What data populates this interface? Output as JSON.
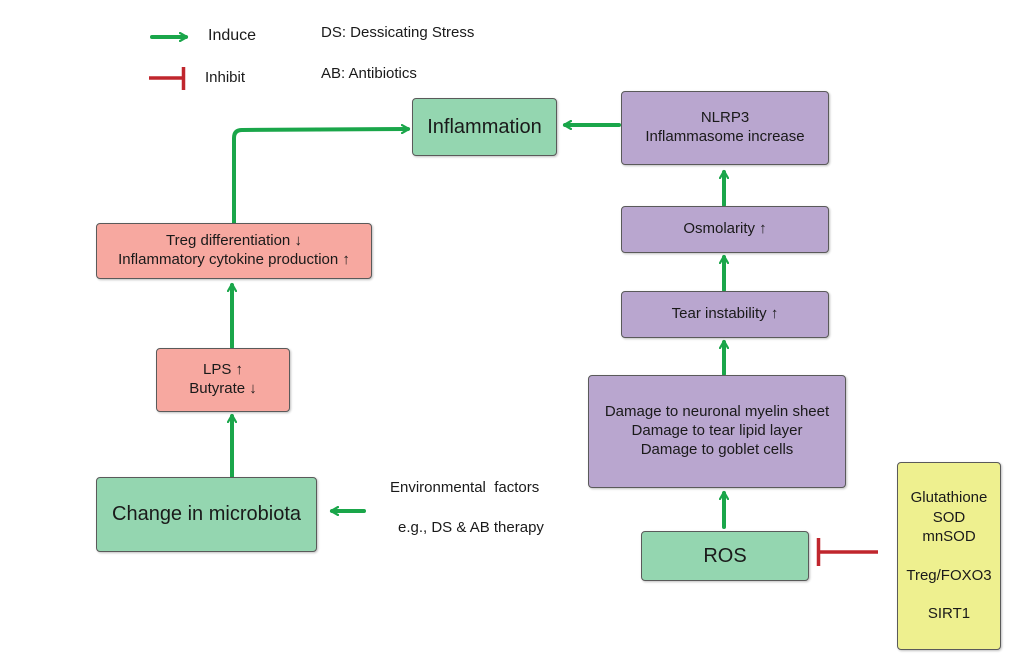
{
  "legend": {
    "induce": "Induce",
    "inhibit": "Inhibit",
    "ds_abbrev": "DS: Dessicating Stress",
    "ab_abbrev": "AB: Antibiotics"
  },
  "nodes": {
    "inflammation": "Inflammation",
    "nlrp3": [
      "NLRP3",
      "Inflammasome increase"
    ],
    "treg": [
      "Treg differentiation ↓",
      "Inflammatory cytokine production ↑"
    ],
    "lps": [
      "LPS ↑",
      "Butyrate ↓"
    ],
    "microbiota": "Change in microbiota",
    "osmolarity": "Osmolarity ↑",
    "tear_instability": "Tear instability ↑",
    "damage": [
      "Damage to neuronal myelin sheet",
      "Damage to tear lipid layer",
      "Damage to goblet cells"
    ],
    "ros": "ROS",
    "antioxidants": [
      "Glutathione",
      "SOD",
      "mnSOD",
      "",
      "Treg/FOXO3",
      "",
      "SIRT1"
    ]
  },
  "environment": {
    "line1": "Environmental  factors",
    "line2": "e.g., DS & AB therapy"
  },
  "colors": {
    "induce_arrow": "#1aa64a",
    "inhibit_bar": "#c0262d",
    "green_box": "#94d6b0",
    "pink_box": "#f7a8a0",
    "purple_box": "#b9a6cf",
    "yellow_box": "#eef08f"
  }
}
